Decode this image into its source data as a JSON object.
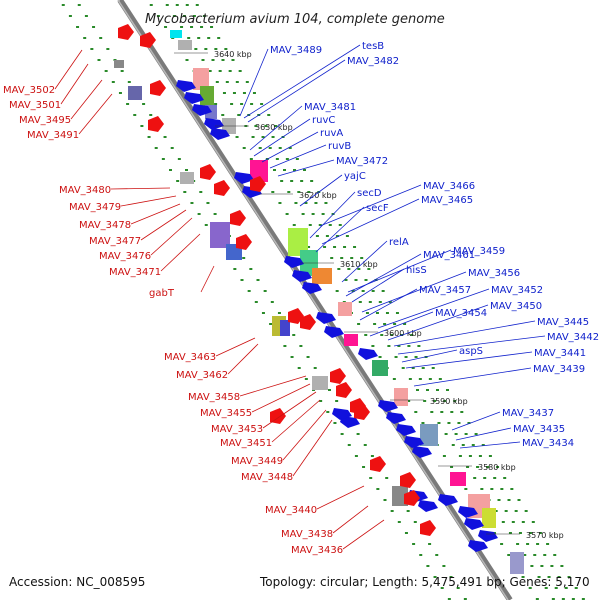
{
  "title": "Mycobacterium avium 104, complete genome",
  "footer": {
    "accession": "Accession: NC_008595",
    "summary": "Topology: circular; Length: 5,475,491 bp; Genes: 5,170"
  },
  "colors": {
    "backbone": "#7a7a7a",
    "forward_label": "#cc1111",
    "reverse_label": "#1122cc",
    "dots": "#2a8a2a"
  },
  "scale_labels": [
    "3640 kbp",
    "3630 kbp",
    "3620 kbp",
    "3610 kbp",
    "3600 kbp",
    "3590 kbp",
    "3580 kbp",
    "3570 kbp"
  ],
  "left_labels": [
    "MAV_3502",
    "MAV_3501",
    "MAV_3495",
    "MAV_3491",
    "MAV_3480",
    "MAV_3479",
    "MAV_3478",
    "MAV_3477",
    "MAV_3476",
    "MAV_3471",
    "gabT",
    "MAV_3463",
    "MAV_3462",
    "MAV_3458",
    "MAV_3455",
    "MAV_3453",
    "MAV_3451",
    "MAV_3449",
    "MAV_3448",
    "MAV_3440",
    "MAV_3438",
    "MAV_3436"
  ],
  "right_labels": [
    "MAV_3489",
    "tesB",
    "MAV_3482",
    "MAV_3481",
    "ruvC",
    "ruvA",
    "ruvB",
    "MAV_3472",
    "yajC",
    "MAV_3466",
    "secD",
    "MAV_3465",
    "secF",
    "relA",
    "MAV_3459",
    "MAV_3461",
    "hisS",
    "MAV_3456",
    "MAV_3457",
    "MAV_3452",
    "MAV_3454",
    "MAV_3450",
    "MAV_3445",
    "MAV_3442",
    "aspS",
    "MAV_3441",
    "MAV_3439",
    "MAV_3437",
    "MAV_3435",
    "MAV_3434"
  ]
}
